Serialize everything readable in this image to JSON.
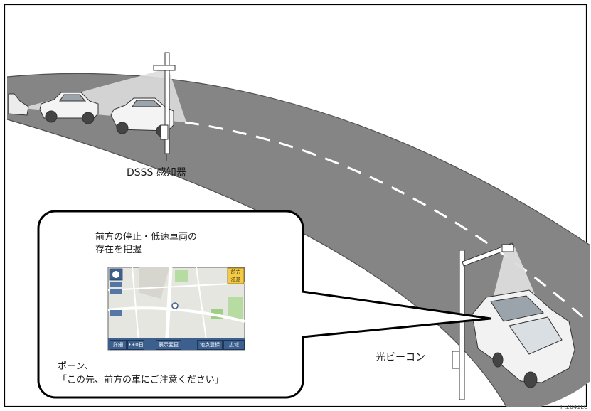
{
  "labels": {
    "dsss_sensor": "DSSS 感知器",
    "optical_beacon": "光ビーコン",
    "caption_line1": "前方の停止・低速車両の",
    "caption_line2": "存在を把握",
    "sound": "ポーン、",
    "message": "「この先、前方の車にご注意ください」",
    "image_code": "IR2041LC"
  },
  "nav_screen": {
    "warning_badge": "前方\n注意",
    "buttons": [
      "詳細",
      "•+0日",
      "表示変更",
      "地点登録",
      "広域"
    ]
  },
  "colors": {
    "road": "#858585",
    "frame": "#000000",
    "map_bg": "#e6e6e0",
    "map_green": "#9fcf86",
    "button_blue": "#3c5f8e"
  }
}
